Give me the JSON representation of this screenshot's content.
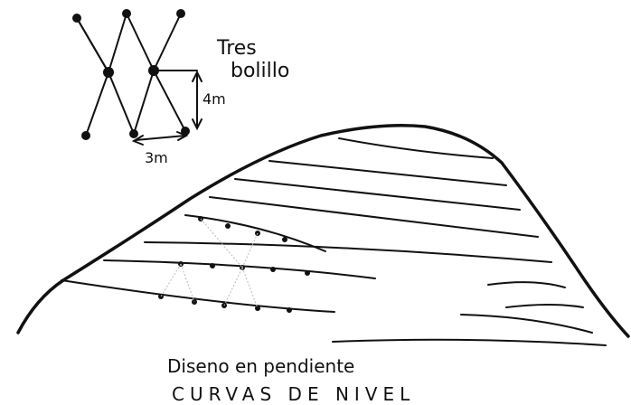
{
  "pattern": {
    "title_line1": "Tres",
    "title_line2": "bolillo",
    "vertical_spacing": "4m",
    "horizontal_spacing": "3m"
  },
  "captions": {
    "line1": "Diseno en pendiente",
    "line2": "CURVAS DE NIVEL"
  }
}
